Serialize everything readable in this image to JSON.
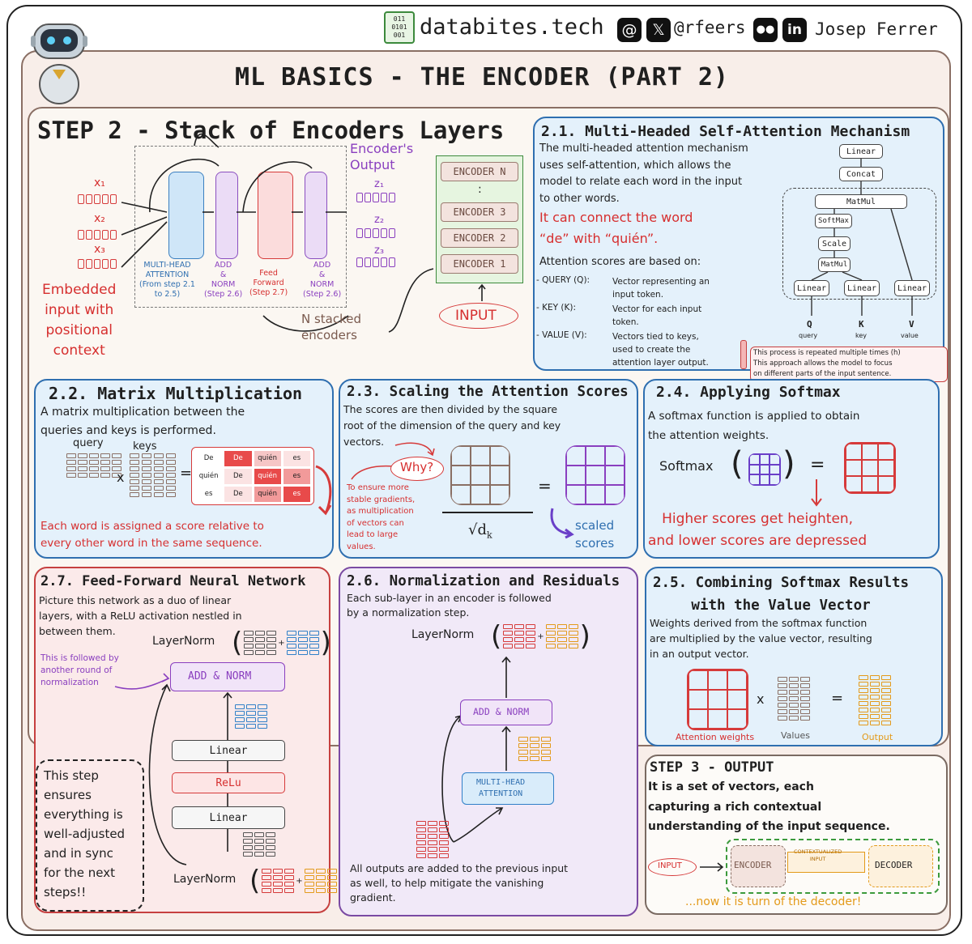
{
  "header": {
    "brand": "databites.tech",
    "handle": "@rfeers",
    "author": "Josep Ferrer",
    "brand_icon_text": "011\n0101\n001"
  },
  "main_title": "ML BASICS - THE ENCODER (PART 2)",
  "step2": {
    "title": "STEP 2 - Stack of Encoders Layers",
    "x1": "x₁",
    "x2": "x₂",
    "x3": "x₃",
    "z1": "z₁",
    "z2": "z₂",
    "z3": "z₃",
    "encoders_output": "Encoder's\nOutput",
    "embedded": "Embedded\ninput with\npositional\ncontext",
    "mha_label": "MULTI-HEAD\nATTENTION\n(From step 2.1\nto 2.5)",
    "addnorm1": "ADD\n&\nNORM\n(Step 2.6)",
    "ff_label": "Feed\nForward\n(Step 2.7)",
    "addnorm2": "ADD\n&\nNORM\n(Step 2.6)",
    "n_stacked": "N stacked\nencoders",
    "encoders": [
      "ENCODER N",
      ":",
      "ENCODER 3",
      "ENCODER 2",
      "ENCODER 1"
    ],
    "input": "INPUT"
  },
  "s21": {
    "title": "2.1. Multi-Headed Self-Attention Mechanism",
    "body": "The multi-headed attention mechanism\nuses self-attention, which allows the\nmodel to relate each word in the input\nto other words.",
    "highlight": "It can connect the word\n“de” with “quién”.",
    "scores_intro": "Attention scores are based on:",
    "items": [
      {
        "k": "- QUERY (Q):",
        "v": "Vector representing an\ninput token."
      },
      {
        "k": "- KEY (K):",
        "v": "Vector for each input\ntoken."
      },
      {
        "k": "- VALUE (V):",
        "v": "Vectors tied to keys,\nused to create the\nattention layer output."
      }
    ],
    "diagram": {
      "linear_top": "Linear",
      "concat": "Concat",
      "matmul": "MatMul",
      "softmax": "SoftMax",
      "scale": "Scale",
      "matmul2": "MatMul",
      "linear": "Linear",
      "q": "Q",
      "k": "K",
      "v": "V",
      "q_sub": "query",
      "k_sub": "key",
      "v_sub": "value"
    },
    "note": "This process is repeated multiple times (h)\nThis approach allows the model to focus\non different parts of the input sentence."
  },
  "s22": {
    "title": "2.2. Matrix Multiplication",
    "body": "A matrix multiplication between the\nqueries and keys is performed.",
    "query": "query",
    "keys": "keys",
    "times": "x",
    "equals": "=",
    "matrix": [
      [
        "De",
        "De",
        "quién",
        "es"
      ],
      [
        "quién",
        "De",
        "quién",
        "es"
      ],
      [
        "es",
        "De",
        "quién",
        "es"
      ]
    ],
    "footer": "Each word is assigned a score relative to\nevery other word in the same sequence."
  },
  "s23": {
    "title": "2.3. Scaling the Attention Scores",
    "body": "The scores are then divided by the square\nroot of the dimension of the query and key\nvectors.",
    "why": "Why?",
    "reason": "To ensure more\nstable gradients,\nas multiplication\nof vectors can\nlead to large\nvalues.",
    "sqrt": "√d",
    "sqrt_sub": "k",
    "equals": "=",
    "scaled": "scaled\nscores"
  },
  "s24": {
    "title": "2.4. Applying Softmax",
    "body": "A softmax function is applied to obtain\nthe attention weights.",
    "softmax": "Softmax",
    "equals": "=",
    "footer": "Higher scores get heighten,\nand lower scores are depressed"
  },
  "s27": {
    "title": "2.7. Feed-Forward Neural Network",
    "body": "Picture this network as a duo of linear\nlayers, with a ReLU activation nestled in\nbetween them.",
    "layernorm_top": "LayerNorm",
    "followed": "This is followed by\nanother round of\nnormalization",
    "addnorm": "ADD & NORM",
    "linear1": "Linear",
    "relu": "ReLu",
    "linear2": "Linear",
    "note": "This step\nensures\neverything is\nwell-adjusted\nand in sync\nfor the next\nsteps!!",
    "layernorm_bottom": "LayerNorm",
    "plus": "+"
  },
  "s26": {
    "title": "2.6. Normalization and Residuals",
    "body": "Each sub-layer in an encoder is followed\nby a normalization step.",
    "layernorm": "LayerNorm",
    "plus": "+",
    "addnorm": "ADD & NORM",
    "mha": "MULTI-HEAD\nATTENTION",
    "footer": "All outputs are added to the previous input\nas well, to help mitigate the vanishing\ngradient."
  },
  "s25": {
    "title": "2.5. Combining Softmax Results\nwith the Value Vector",
    "body": "Weights derived from the softmax function\nare multiplied by the value vector, resulting\nin an output vector.",
    "times": "x",
    "equals": "=",
    "weights_label": "Attention weights",
    "values_label": "Values",
    "output_label": "Output"
  },
  "step3": {
    "title": "STEP 3 - OUTPUT",
    "body": "It is a set of vectors, each\ncapturing a rich contextual\nunderstanding of the input sequence.",
    "input": "INPUT",
    "encoder": "ENCODER",
    "ctx": "CONTEXTUALIZED\nINPUT",
    "decoder": "DECODER",
    "footer": "...now it is turn of the decoder!"
  },
  "colors": {
    "red": "#d62f2f",
    "purple": "#8a3fbf",
    "blue": "#2f6fb0",
    "orange": "#e39a1a",
    "brown": "#8a6f64"
  }
}
